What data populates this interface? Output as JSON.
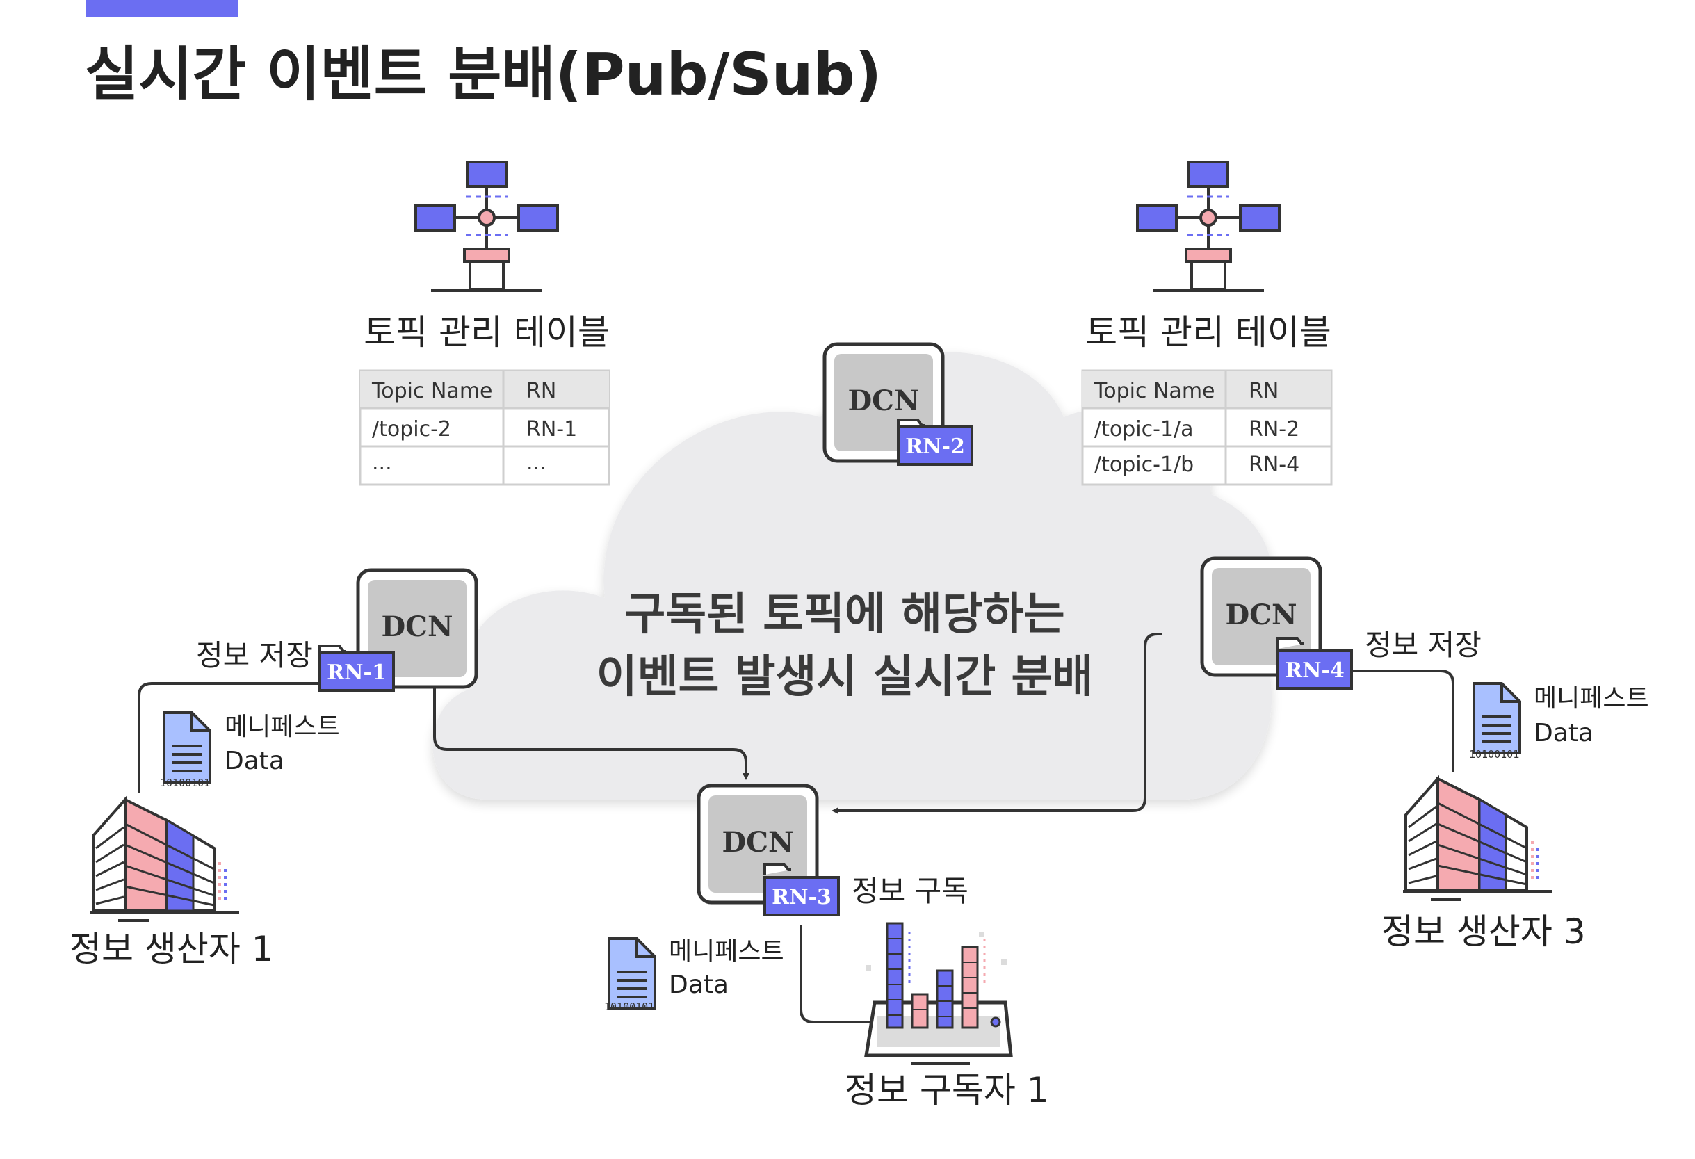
{
  "title": "실시간 이벤트 분배(Pub/Sub)",
  "colors": {
    "accent": "#6b6ef2",
    "pink": "#f5aab0",
    "cloud": "#ebebed",
    "dcn_box": "#c8c8c8"
  },
  "cloud": {
    "line1": "구독된 토픽에 해당하는",
    "line2": "이벤트 발생시 실시간 분배"
  },
  "topic_tables": [
    {
      "title": "토픽 관리 테이블",
      "headers": [
        "Topic Name",
        "RN"
      ],
      "rows": [
        [
          "/topic-2",
          "RN-1"
        ],
        [
          "...",
          "..."
        ]
      ]
    },
    {
      "title": "토픽 관리 테이블",
      "headers": [
        "Topic Name",
        "RN"
      ],
      "rows": [
        [
          "/topic-1/a",
          "RN-2"
        ],
        [
          "/topic-1/b",
          "RN-4"
        ]
      ]
    }
  ],
  "nodes": {
    "dcn_label": "DCN",
    "rn1": "RN-1",
    "rn2": "RN-2",
    "rn3": "RN-3",
    "rn4": "RN-4"
  },
  "labels": {
    "store_left": "정보 저장",
    "store_right": "정보 저장",
    "subscribe": "정보 구독",
    "producer1": "정보 생산자 1",
    "producer3": "정보 생산자 3",
    "subscriber1": "정보 구독자 1"
  },
  "docs": {
    "manifest": "메니페스트",
    "data": "Data",
    "binary": "10100101"
  }
}
